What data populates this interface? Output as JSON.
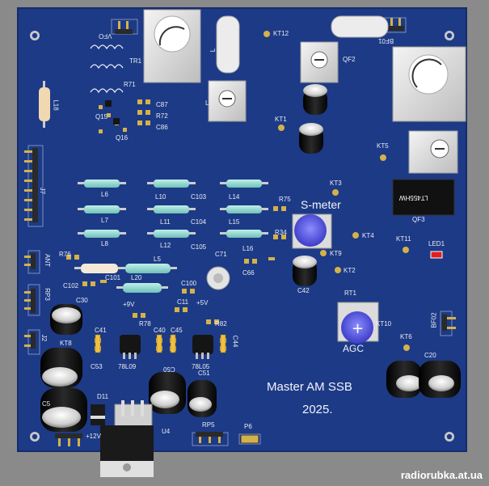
{
  "board": {
    "title_line1": "Master AM SSB",
    "title_line2": "2025.",
    "smeter_label": "S-meter",
    "agc_label": "AGC",
    "watermark": "radiorubka.at.ua",
    "colors": {
      "pcb": "#1d3a86",
      "edge": "#152c6a",
      "silk": "#e8ecf4",
      "pad": "#d4b24a",
      "metal": "#d8d8d8"
    }
  },
  "labels": {
    "vfo": "VFO",
    "tr1": "TR1",
    "r71": "R71",
    "l18": "L18",
    "q15": "Q15",
    "q16": "Q16",
    "c87": "C87",
    "r72": "R72",
    "c86": "C86",
    "kt12": "KT12",
    "bf01": "BF01",
    "qf2": "QF2",
    "kt1": "KT1",
    "kt5": "KT5",
    "kt3": "KT3",
    "kt4": "KT4",
    "kt9": "KT9",
    "kt2": "KT2",
    "kt11": "KT11",
    "led1": "LED1",
    "qf3": "QF3",
    "lt455": "LT455HW",
    "j7": "J7",
    "l6": "L6",
    "l7": "L7",
    "l8": "L8",
    "l10": "L10",
    "c103": "C103",
    "l11": "L11",
    "c104": "C104",
    "l12": "L12",
    "c105": "C105",
    "l14": "L14",
    "l15": "L15",
    "l16": "L16",
    "r75": "R75",
    "r34": "R34",
    "ant": "ANT",
    "r76": "R76",
    "l5": "L5",
    "c101": "C101",
    "c102": "C102",
    "l20": "L20",
    "c100": "C100",
    "c71": "C71",
    "c66": "C66",
    "c42": "C42",
    "rp3": "RP3",
    "c30": "C30",
    "p9v": "+9V",
    "r78": "R78",
    "c11": "C11",
    "p5v": "+5V",
    "r82": "R82",
    "rt1": "RT1",
    "kt10": "KT10",
    "bf02": "BF02",
    "kt6": "KT6",
    "c20": "C20",
    "j2": "J2",
    "c41": "C41",
    "c40": "C40",
    "c45": "C45",
    "c44": "C44",
    "kt8": "KT8",
    "c53": "C53",
    "ic_7809": "78L09",
    "ic_7805": "78L05",
    "c50": "C50",
    "c51": "C51",
    "d11": "D11",
    "p12v": "+12V",
    "u4": "U4",
    "rp5": "RP5",
    "p6": "P6",
    "c5": "C5",
    "l_top": "L",
    "c_l": "L"
  }
}
